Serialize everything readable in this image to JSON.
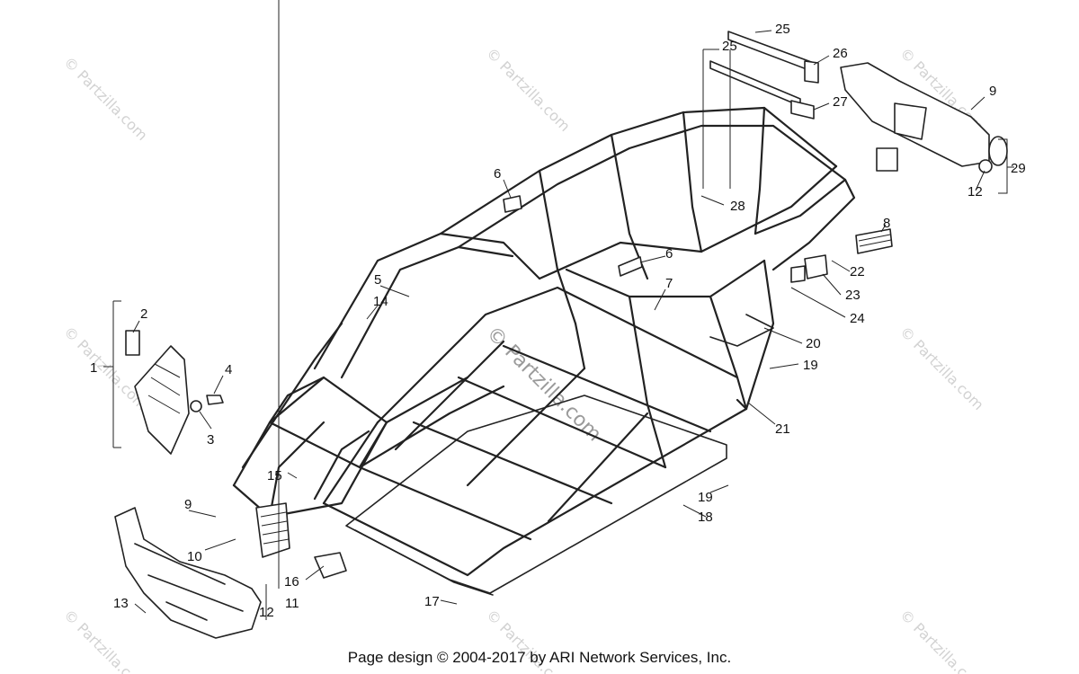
{
  "footer": "Page design © 2004-2017 by ARI Network Services, Inc.",
  "watermark": "© Partzilla.com",
  "callouts": [
    "1",
    "2",
    "3",
    "4",
    "5",
    "6",
    "6",
    "7",
    "8",
    "9",
    "9",
    "10",
    "11",
    "12",
    "12",
    "13",
    "14",
    "15",
    "16",
    "17",
    "18",
    "19",
    "19",
    "20",
    "21",
    "22",
    "23",
    "24",
    "25",
    "25",
    "26",
    "27",
    "28",
    "29"
  ]
}
